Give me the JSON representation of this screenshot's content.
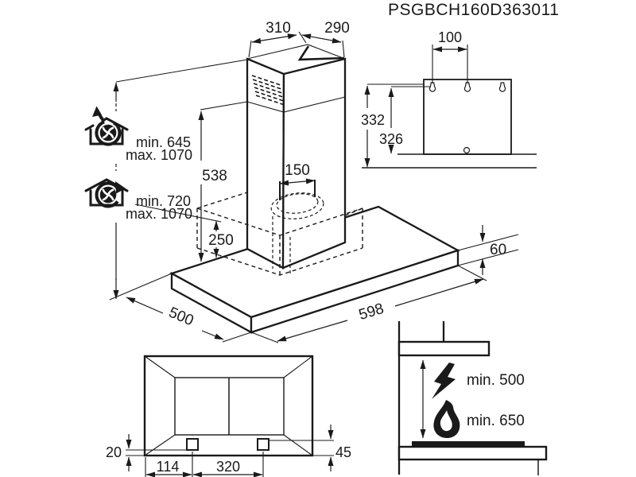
{
  "title": "PSGBCH160D363011",
  "colors": {
    "line": "#1a1a1a",
    "background": "#ffffff"
  },
  "main_view": {
    "chimney_top_width": "310",
    "chimney_top_depth": "290",
    "chimney_height": "538",
    "duct_diameter": "150",
    "blower_box_height": "250",
    "hood_width": "598",
    "hood_depth": "500",
    "canopy_thickness": "60"
  },
  "installation_heights": {
    "extraction": {
      "min": "min. 645",
      "max": "max. 1070"
    },
    "recirculation": {
      "min": "min. 720",
      "max": "max. 1070"
    }
  },
  "bracket_view": {
    "hole_spacing": "100",
    "height_outer": "332",
    "height_inner": "326"
  },
  "bottom_view": {
    "rear_offset": "20",
    "bracket_side_offset": "114",
    "bracket_spacing": "320",
    "bracket_depth": "45"
  },
  "clearance_view": {
    "electric_hob_clearance": "min. 500",
    "gas_hob_clearance": "min. 650"
  }
}
